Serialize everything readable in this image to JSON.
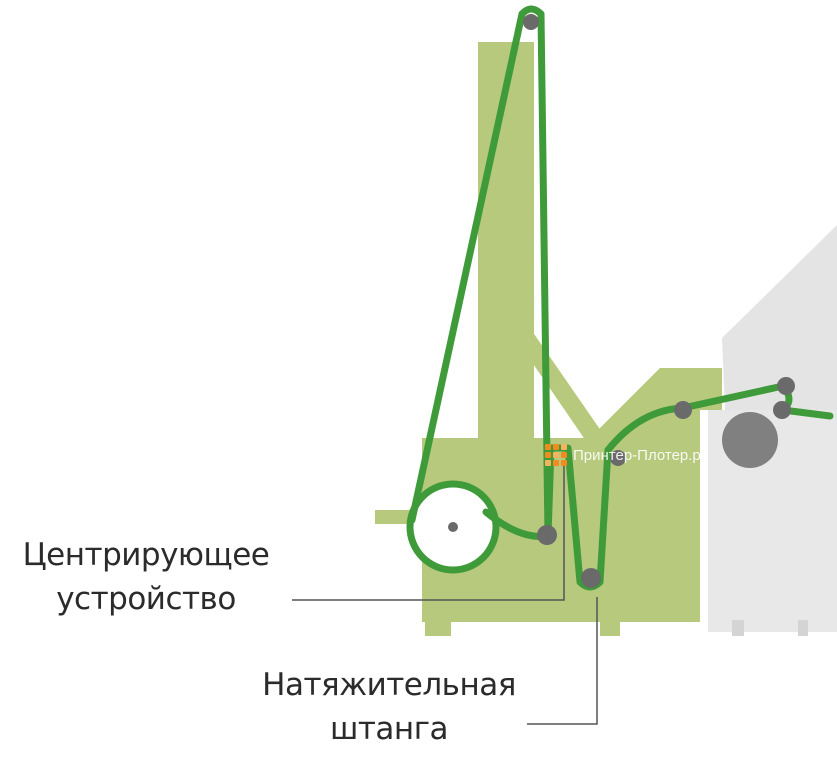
{
  "labels": {
    "centering_device": [
      "Центрирующее",
      "устройство"
    ],
    "tension_bar": [
      "Натяжительная",
      "штанга"
    ]
  },
  "watermark": {
    "text": "Принтер-Плотер.ру",
    "logo_icon": "grid-logo-icon"
  },
  "colors": {
    "frame": "#b6c97c",
    "web": "#3f9b3a",
    "roller": "#6a6a6a",
    "printer_body": "#e4e4e4",
    "printer_roller": "#808080",
    "leader_line": "#555555"
  }
}
